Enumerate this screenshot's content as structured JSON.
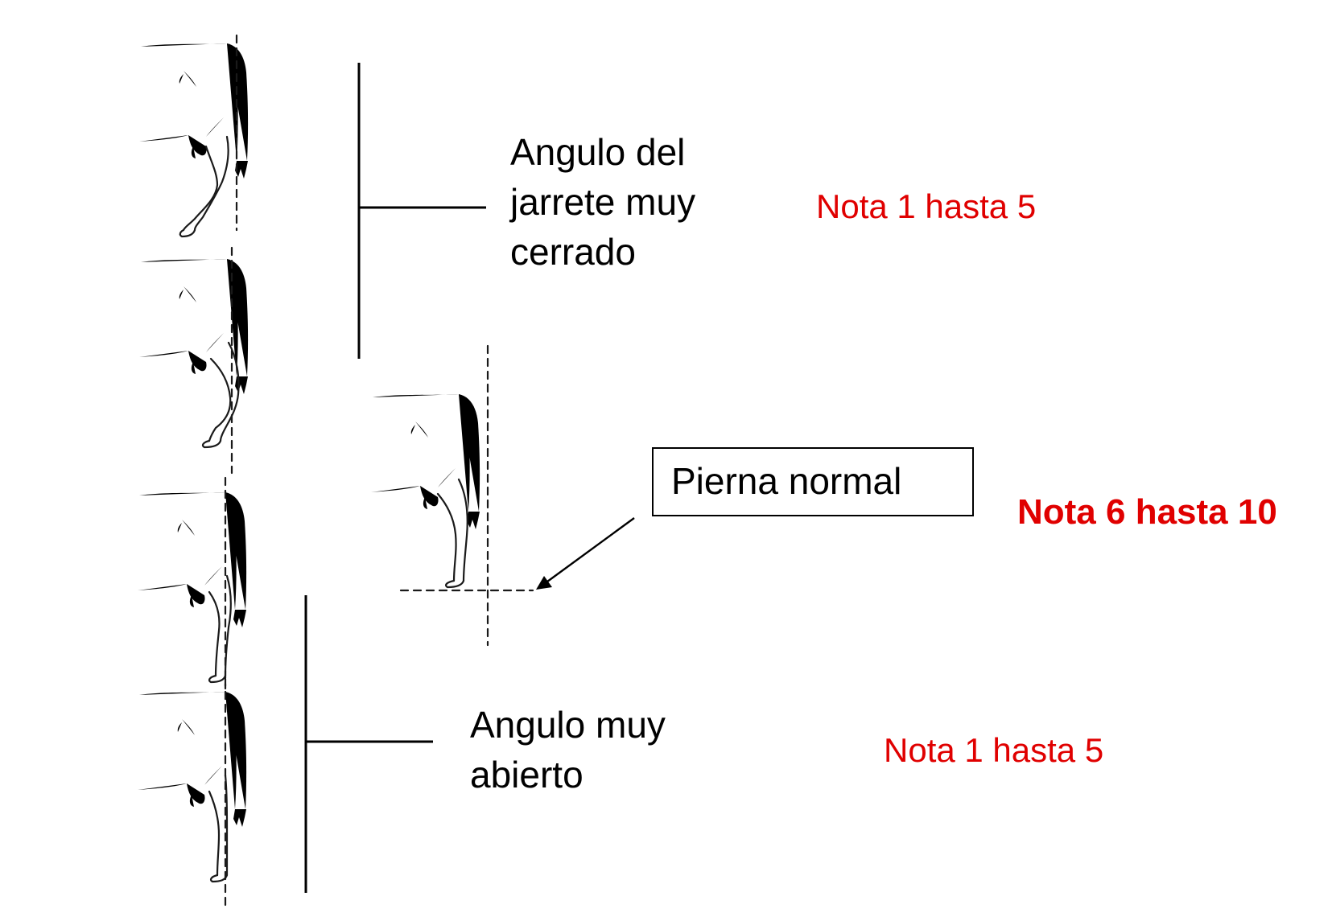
{
  "labels": {
    "closed_angle": [
      "Angulo del",
      "jarrete muy",
      "cerrado"
    ],
    "open_angle": [
      "Angulo muy",
      "abierto"
    ],
    "normal_leg": "Pierna normal"
  },
  "scores": {
    "closed_angle": "Nota 1 hasta 5",
    "normal_leg": "Nota 6 hasta 10",
    "open_angle": "Nota 1 hasta 5"
  },
  "colors": {
    "score_text": "#e00000",
    "line_art": "#1a1a1a"
  }
}
